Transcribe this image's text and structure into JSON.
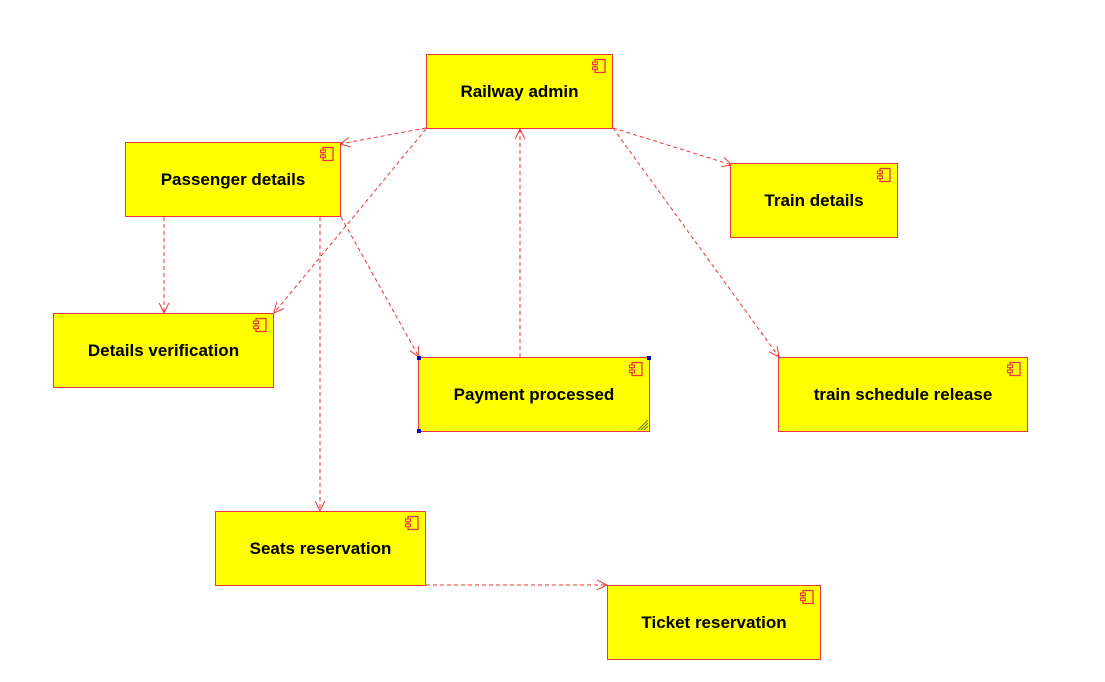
{
  "diagram": {
    "components": [
      {
        "id": "railway-admin",
        "label": "Railway admin"
      },
      {
        "id": "passenger-details",
        "label": "Passenger details"
      },
      {
        "id": "train-details",
        "label": "Train details"
      },
      {
        "id": "details-verification",
        "label": "Details verification"
      },
      {
        "id": "payment-processed",
        "label": "Payment processed",
        "selected": true
      },
      {
        "id": "train-schedule-release",
        "label": "train schedule release"
      },
      {
        "id": "seats-reservation",
        "label": "Seats reservation"
      },
      {
        "id": "ticket-reservation",
        "label": "Ticket reservation"
      }
    ],
    "dependencies": [
      {
        "from": "railway-admin",
        "to": "passenger-details"
      },
      {
        "from": "railway-admin",
        "to": "details-verification"
      },
      {
        "from": "railway-admin",
        "to": "train-details"
      },
      {
        "from": "railway-admin",
        "to": "train-schedule-release"
      },
      {
        "from": "payment-processed",
        "to": "railway-admin"
      },
      {
        "from": "passenger-details",
        "to": "details-verification"
      },
      {
        "from": "passenger-details",
        "to": "payment-processed"
      },
      {
        "from": "passenger-details",
        "to": "seats-reservation"
      },
      {
        "from": "seats-reservation",
        "to": "ticket-reservation"
      }
    ],
    "colors": {
      "box_fill": "#ffff00",
      "box_border": "#e8383d",
      "edge": "#ee3333",
      "selection_handle": "#0000c0"
    }
  }
}
